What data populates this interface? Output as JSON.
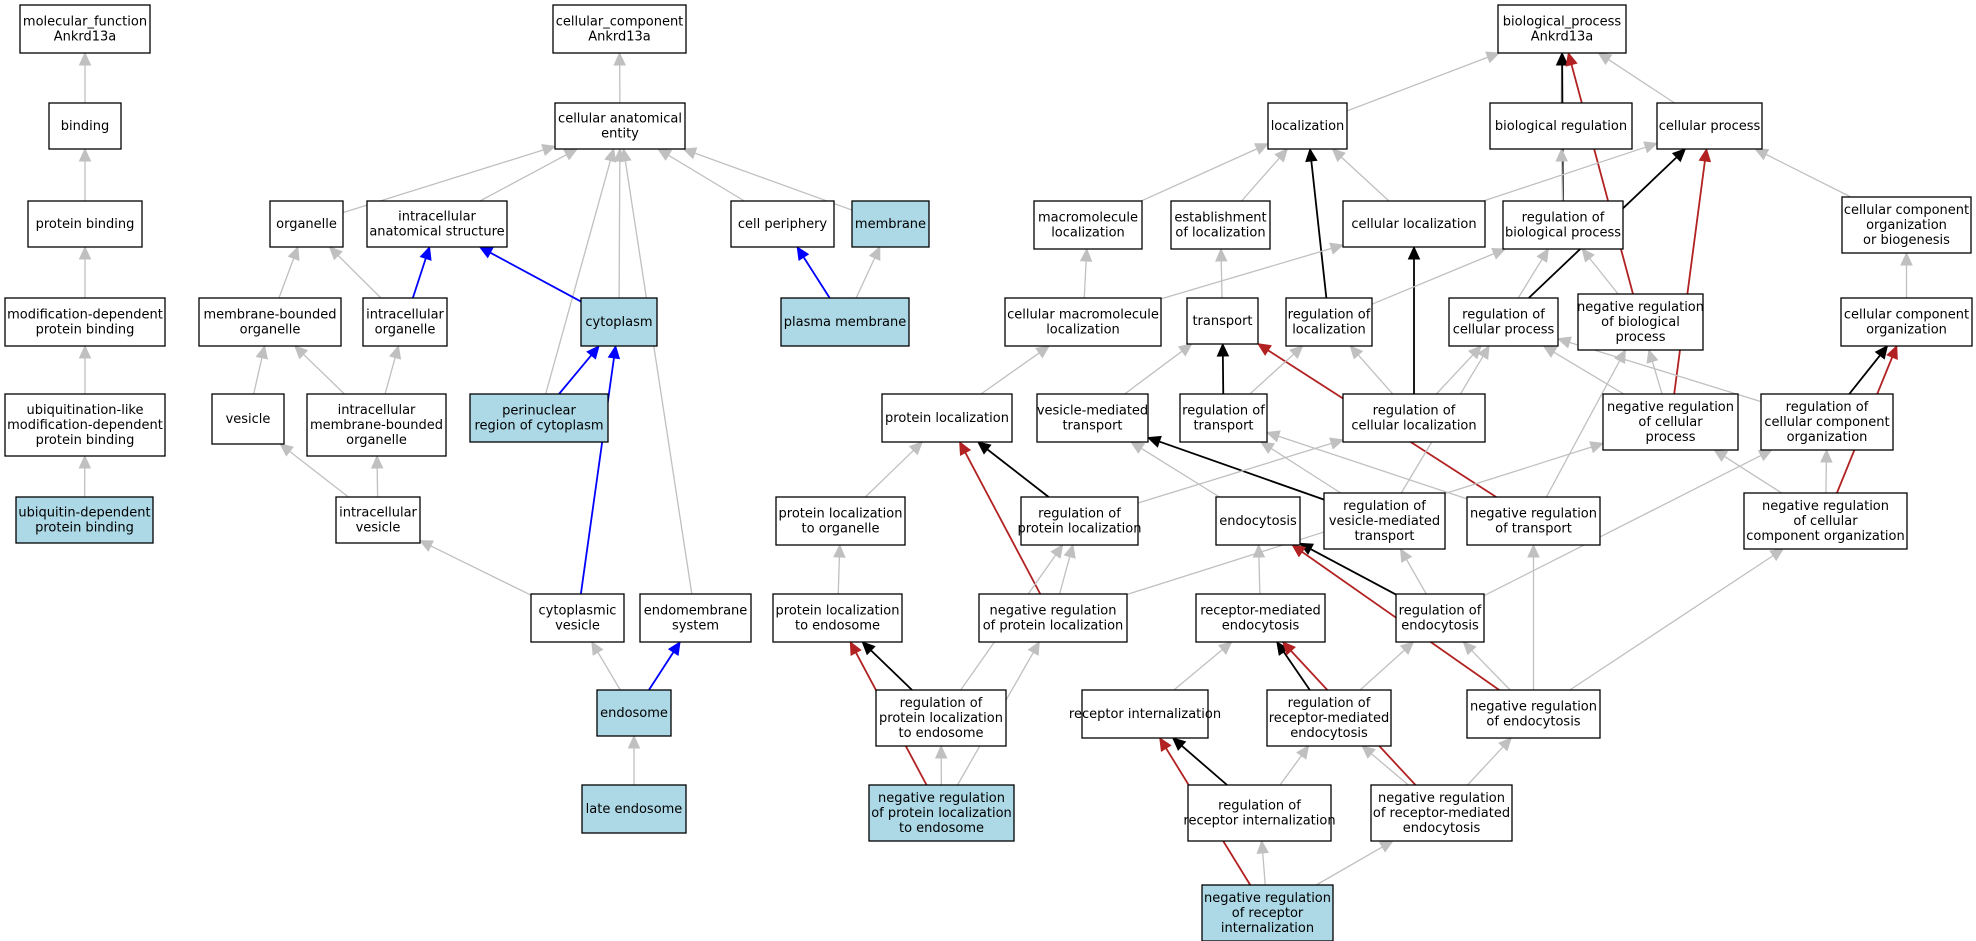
{
  "colors": {
    "plain_fill": "#ffffff",
    "highlight_fill": "#add8e6",
    "edge_is_a": "#c0c0c0",
    "edge_part_of": "#0000ff",
    "edge_regulates": "#000000",
    "edge_negatively_regulates": "#b22222"
  },
  "nodes": [
    {
      "id": "mf",
      "lines": [
        "molecular_function",
        "Ankrd13a"
      ],
      "highlight": false
    },
    {
      "id": "binding",
      "lines": [
        "binding"
      ],
      "highlight": false
    },
    {
      "id": "protein_binding",
      "lines": [
        "protein binding"
      ],
      "highlight": false
    },
    {
      "id": "mod_dep_binding",
      "lines": [
        "modification-dependent",
        "protein binding"
      ],
      "highlight": false
    },
    {
      "id": "ubl_mod_dep_binding",
      "lines": [
        "ubiquitination-like",
        "modification-dependent",
        "protein binding"
      ],
      "highlight": false
    },
    {
      "id": "ub_dep_binding",
      "lines": [
        "ubiquitin-dependent",
        "protein binding"
      ],
      "highlight": true
    },
    {
      "id": "cc",
      "lines": [
        "cellular_component",
        "Ankrd13a"
      ],
      "highlight": false
    },
    {
      "id": "cae",
      "lines": [
        "cellular anatomical",
        "entity"
      ],
      "highlight": false
    },
    {
      "id": "organelle",
      "lines": [
        "organelle"
      ],
      "highlight": false
    },
    {
      "id": "ias",
      "lines": [
        "intracellular",
        "anatomical structure"
      ],
      "highlight": false
    },
    {
      "id": "cell_periphery",
      "lines": [
        "cell periphery"
      ],
      "highlight": false
    },
    {
      "id": "membrane",
      "lines": [
        "membrane"
      ],
      "highlight": true
    },
    {
      "id": "mbo",
      "lines": [
        "membrane-bounded",
        "organelle"
      ],
      "highlight": false
    },
    {
      "id": "io",
      "lines": [
        "intracellular",
        "organelle"
      ],
      "highlight": false
    },
    {
      "id": "cytoplasm",
      "lines": [
        "cytoplasm"
      ],
      "highlight": true
    },
    {
      "id": "plasma_membrane",
      "lines": [
        "plasma membrane"
      ],
      "highlight": true
    },
    {
      "id": "vesicle",
      "lines": [
        "vesicle"
      ],
      "highlight": false
    },
    {
      "id": "imbo",
      "lines": [
        "intracellular",
        "membrane-bounded",
        "organelle"
      ],
      "highlight": false
    },
    {
      "id": "perinuclear",
      "lines": [
        "perinuclear",
        "region of cytoplasm"
      ],
      "highlight": true
    },
    {
      "id": "ivesicle",
      "lines": [
        "intracellular",
        "vesicle"
      ],
      "highlight": false
    },
    {
      "id": "cyto_vesicle",
      "lines": [
        "cytoplasmic",
        "vesicle"
      ],
      "highlight": false
    },
    {
      "id": "endomembrane",
      "lines": [
        "endomembrane",
        "system"
      ],
      "highlight": false
    },
    {
      "id": "endosome",
      "lines": [
        "endosome"
      ],
      "highlight": true
    },
    {
      "id": "late_endosome",
      "lines": [
        "late endosome"
      ],
      "highlight": true
    },
    {
      "id": "bp",
      "lines": [
        "biological_process",
        "Ankrd13a"
      ],
      "highlight": false
    },
    {
      "id": "localization",
      "lines": [
        "localization"
      ],
      "highlight": false
    },
    {
      "id": "bio_reg",
      "lines": [
        "biological regulation"
      ],
      "highlight": false
    },
    {
      "id": "cell_process",
      "lines": [
        "cellular process"
      ],
      "highlight": false
    },
    {
      "id": "macro_loc",
      "lines": [
        "macromolecule",
        "localization"
      ],
      "highlight": false
    },
    {
      "id": "est_loc",
      "lines": [
        "establishment",
        "of localization"
      ],
      "highlight": false
    },
    {
      "id": "cell_loc",
      "lines": [
        "cellular localization"
      ],
      "highlight": false
    },
    {
      "id": "reg_bio",
      "lines": [
        "regulation of",
        "biological process"
      ],
      "highlight": false
    },
    {
      "id": "ccob",
      "lines": [
        "cellular component",
        "organization",
        "or biogenesis"
      ],
      "highlight": false
    },
    {
      "id": "cell_macro_loc",
      "lines": [
        "cellular macromolecule",
        "localization"
      ],
      "highlight": false
    },
    {
      "id": "transport",
      "lines": [
        "transport"
      ],
      "highlight": false
    },
    {
      "id": "reg_loc",
      "lines": [
        "regulation of",
        "localization"
      ],
      "highlight": false
    },
    {
      "id": "reg_cell_proc",
      "lines": [
        "regulation of",
        "cellular process"
      ],
      "highlight": false
    },
    {
      "id": "neg_reg_bio",
      "lines": [
        "negative regulation",
        "of biological",
        "process"
      ],
      "highlight": false
    },
    {
      "id": "cco",
      "lines": [
        "cellular component",
        "organization"
      ],
      "highlight": false
    },
    {
      "id": "prot_loc",
      "lines": [
        "protein localization"
      ],
      "highlight": false
    },
    {
      "id": "vmt",
      "lines": [
        "vesicle-mediated",
        "transport"
      ],
      "highlight": false
    },
    {
      "id": "reg_transport",
      "lines": [
        "regulation of",
        "transport"
      ],
      "highlight": false
    },
    {
      "id": "reg_cell_loc",
      "lines": [
        "regulation of",
        "cellular localization"
      ],
      "highlight": false
    },
    {
      "id": "neg_reg_cell_proc",
      "lines": [
        "negative regulation",
        "of cellular",
        "process"
      ],
      "highlight": false
    },
    {
      "id": "reg_cco",
      "lines": [
        "regulation of",
        "cellular component",
        "organization"
      ],
      "highlight": false
    },
    {
      "id": "prot_loc_org",
      "lines": [
        "protein localization",
        "to organelle"
      ],
      "highlight": false
    },
    {
      "id": "reg_prot_loc",
      "lines": [
        "regulation of",
        "protein localization"
      ],
      "highlight": false
    },
    {
      "id": "endocytosis",
      "lines": [
        "endocytosis"
      ],
      "highlight": false
    },
    {
      "id": "reg_vmt",
      "lines": [
        "regulation of",
        "vesicle-mediated",
        "transport"
      ],
      "highlight": false
    },
    {
      "id": "neg_reg_transport",
      "lines": [
        "negative regulation",
        "of transport"
      ],
      "highlight": false
    },
    {
      "id": "neg_reg_cco",
      "lines": [
        "negative regulation",
        "of cellular",
        "component organization"
      ],
      "highlight": false
    },
    {
      "id": "prot_loc_endo",
      "lines": [
        "protein localization",
        "to endosome"
      ],
      "highlight": false
    },
    {
      "id": "neg_reg_prot_loc",
      "lines": [
        "negative regulation",
        "of protein localization"
      ],
      "highlight": false
    },
    {
      "id": "rme",
      "lines": [
        "receptor-mediated",
        "endocytosis"
      ],
      "highlight": false
    },
    {
      "id": "reg_endocytosis",
      "lines": [
        "regulation of",
        "endocytosis"
      ],
      "highlight": false
    },
    {
      "id": "reg_prot_loc_endo",
      "lines": [
        "regulation of",
        "protein localization",
        "to endosome"
      ],
      "highlight": false
    },
    {
      "id": "rec_int",
      "lines": [
        "receptor internalization"
      ],
      "highlight": false
    },
    {
      "id": "reg_rme",
      "lines": [
        "regulation of",
        "receptor-mediated",
        "endocytosis"
      ],
      "highlight": false
    },
    {
      "id": "neg_reg_endocytosis",
      "lines": [
        "negative regulation",
        "of endocytosis"
      ],
      "highlight": false
    },
    {
      "id": "neg_reg_prot_loc_endo",
      "lines": [
        "negative regulation",
        "of protein localization",
        "to endosome"
      ],
      "highlight": true
    },
    {
      "id": "reg_rec_int",
      "lines": [
        "regulation of",
        "receptor internalization"
      ],
      "highlight": false
    },
    {
      "id": "neg_reg_rme",
      "lines": [
        "negative regulation",
        "of receptor-mediated",
        "endocytosis"
      ],
      "highlight": false
    },
    {
      "id": "neg_reg_rec_int",
      "lines": [
        "negative regulation",
        "of receptor",
        "internalization"
      ],
      "highlight": true
    }
  ],
  "edges": [
    {
      "from": "binding",
      "to": "mf",
      "type": "is_a"
    },
    {
      "from": "protein_binding",
      "to": "binding",
      "type": "is_a"
    },
    {
      "from": "mod_dep_binding",
      "to": "protein_binding",
      "type": "is_a"
    },
    {
      "from": "ubl_mod_dep_binding",
      "to": "mod_dep_binding",
      "type": "is_a"
    },
    {
      "from": "ub_dep_binding",
      "to": "ubl_mod_dep_binding",
      "type": "is_a"
    },
    {
      "from": "cae",
      "to": "cc",
      "type": "is_a"
    },
    {
      "from": "organelle",
      "to": "cae",
      "type": "is_a"
    },
    {
      "from": "ias",
      "to": "cae",
      "type": "is_a"
    },
    {
      "from": "cell_periphery",
      "to": "cae",
      "type": "is_a"
    },
    {
      "from": "membrane",
      "to": "cae",
      "type": "is_a"
    },
    {
      "from": "cytoplasm",
      "to": "cae",
      "type": "is_a"
    },
    {
      "from": "perinuclear",
      "to": "cae",
      "type": "is_a"
    },
    {
      "from": "endomembrane",
      "to": "cae",
      "type": "is_a"
    },
    {
      "from": "mbo",
      "to": "organelle",
      "type": "is_a"
    },
    {
      "from": "io",
      "to": "organelle",
      "type": "is_a"
    },
    {
      "from": "io",
      "to": "ias",
      "type": "part_of"
    },
    {
      "from": "cytoplasm",
      "to": "ias",
      "type": "part_of"
    },
    {
      "from": "plasma_membrane",
      "to": "cell_periphery",
      "type": "part_of"
    },
    {
      "from": "plasma_membrane",
      "to": "membrane",
      "type": "is_a"
    },
    {
      "from": "vesicle",
      "to": "mbo",
      "type": "is_a"
    },
    {
      "from": "imbo",
      "to": "mbo",
      "type": "is_a"
    },
    {
      "from": "imbo",
      "to": "io",
      "type": "is_a"
    },
    {
      "from": "perinuclear",
      "to": "cytoplasm",
      "type": "part_of"
    },
    {
      "from": "ivesicle",
      "to": "vesicle",
      "type": "is_a"
    },
    {
      "from": "ivesicle",
      "to": "imbo",
      "type": "is_a"
    },
    {
      "from": "cyto_vesicle",
      "to": "ivesicle",
      "type": "is_a"
    },
    {
      "from": "cyto_vesicle",
      "to": "cytoplasm",
      "type": "part_of"
    },
    {
      "from": "endosome",
      "to": "cyto_vesicle",
      "type": "is_a"
    },
    {
      "from": "endosome",
      "to": "endomembrane",
      "type": "part_of"
    },
    {
      "from": "late_endosome",
      "to": "endosome",
      "type": "is_a"
    },
    {
      "from": "localization",
      "to": "bp",
      "type": "is_a"
    },
    {
      "from": "bio_reg",
      "to": "bp",
      "type": "is_a"
    },
    {
      "from": "cell_process",
      "to": "bp",
      "type": "is_a"
    },
    {
      "from": "reg_bio",
      "to": "bp",
      "type": "regulates"
    },
    {
      "from": "neg_reg_bio",
      "to": "bp",
      "type": "negatively_regulates"
    },
    {
      "from": "macro_loc",
      "to": "localization",
      "type": "is_a"
    },
    {
      "from": "est_loc",
      "to": "localization",
      "type": "is_a"
    },
    {
      "from": "cell_loc",
      "to": "localization",
      "type": "is_a"
    },
    {
      "from": "reg_loc",
      "to": "localization",
      "type": "regulates"
    },
    {
      "from": "cell_loc",
      "to": "cell_process",
      "type": "is_a"
    },
    {
      "from": "reg_bio",
      "to": "bio_reg",
      "type": "is_a"
    },
    {
      "from": "reg_cell_proc",
      "to": "cell_process",
      "type": "regulates"
    },
    {
      "from": "neg_reg_cell_proc",
      "to": "cell_process",
      "type": "negatively_regulates"
    },
    {
      "from": "ccob",
      "to": "cell_process",
      "type": "is_a"
    },
    {
      "from": "cell_macro_loc",
      "to": "macro_loc",
      "type": "is_a"
    },
    {
      "from": "cell_macro_loc",
      "to": "cell_loc",
      "type": "is_a"
    },
    {
      "from": "transport",
      "to": "est_loc",
      "type": "is_a"
    },
    {
      "from": "reg_cell_loc",
      "to": "cell_loc",
      "type": "regulates"
    },
    {
      "from": "reg_loc",
      "to": "reg_bio",
      "type": "is_a"
    },
    {
      "from": "reg_cell_proc",
      "to": "reg_bio",
      "type": "is_a"
    },
    {
      "from": "neg_reg_bio",
      "to": "reg_bio",
      "type": "is_a"
    },
    {
      "from": "cco",
      "to": "ccob",
      "type": "is_a"
    },
    {
      "from": "prot_loc",
      "to": "cell_macro_loc",
      "type": "is_a"
    },
    {
      "from": "vmt",
      "to": "transport",
      "type": "is_a"
    },
    {
      "from": "reg_transport",
      "to": "transport",
      "type": "regulates"
    },
    {
      "from": "neg_reg_transport",
      "to": "transport",
      "type": "negatively_regulates"
    },
    {
      "from": "reg_transport",
      "to": "reg_loc",
      "type": "is_a"
    },
    {
      "from": "reg_cell_loc",
      "to": "reg_loc",
      "type": "is_a"
    },
    {
      "from": "reg_cell_loc",
      "to": "reg_cell_proc",
      "type": "is_a"
    },
    {
      "from": "neg_reg_cell_proc",
      "to": "reg_cell_proc",
      "type": "is_a"
    },
    {
      "from": "reg_cco",
      "to": "reg_cell_proc",
      "type": "is_a"
    },
    {
      "from": "reg_vmt",
      "to": "reg_cell_proc",
      "type": "is_a"
    },
    {
      "from": "neg_reg_cell_proc",
      "to": "neg_reg_bio",
      "type": "is_a"
    },
    {
      "from": "neg_reg_transport",
      "to": "neg_reg_bio",
      "type": "is_a"
    },
    {
      "from": "reg_cco",
      "to": "cco",
      "type": "regulates"
    },
    {
      "from": "neg_reg_cco",
      "to": "cco",
      "type": "negatively_regulates"
    },
    {
      "from": "prot_loc_org",
      "to": "prot_loc",
      "type": "is_a"
    },
    {
      "from": "reg_prot_loc",
      "to": "prot_loc",
      "type": "regulates"
    },
    {
      "from": "neg_reg_prot_loc",
      "to": "prot_loc",
      "type": "negatively_regulates"
    },
    {
      "from": "endocytosis",
      "to": "vmt",
      "type": "is_a"
    },
    {
      "from": "reg_vmt",
      "to": "vmt",
      "type": "regulates"
    },
    {
      "from": "reg_vmt",
      "to": "reg_transport",
      "type": "is_a"
    },
    {
      "from": "neg_reg_transport",
      "to": "reg_transport",
      "type": "is_a"
    },
    {
      "from": "reg_prot_loc",
      "to": "reg_cell_loc",
      "type": "is_a"
    },
    {
      "from": "neg_reg_cco",
      "to": "neg_reg_cell_proc",
      "type": "is_a"
    },
    {
      "from": "neg_reg_prot_loc",
      "to": "neg_reg_cell_proc",
      "type": "is_a"
    },
    {
      "from": "neg_reg_cco",
      "to": "reg_cco",
      "type": "is_a"
    },
    {
      "from": "reg_endocytosis",
      "to": "reg_cco",
      "type": "is_a"
    },
    {
      "from": "prot_loc_endo",
      "to": "prot_loc_org",
      "type": "is_a"
    },
    {
      "from": "neg_reg_prot_loc",
      "to": "reg_prot_loc",
      "type": "is_a"
    },
    {
      "from": "reg_prot_loc_endo",
      "to": "reg_prot_loc",
      "type": "is_a"
    },
    {
      "from": "rme",
      "to": "endocytosis",
      "type": "is_a"
    },
    {
      "from": "reg_endocytosis",
      "to": "endocytosis",
      "type": "regulates"
    },
    {
      "from": "neg_reg_endocytosis",
      "to": "endocytosis",
      "type": "negatively_regulates"
    },
    {
      "from": "reg_endocytosis",
      "to": "reg_vmt",
      "type": "is_a"
    },
    {
      "from": "neg_reg_endocytosis",
      "to": "neg_reg_transport",
      "type": "is_a"
    },
    {
      "from": "neg_reg_endocytosis",
      "to": "neg_reg_cco",
      "type": "is_a"
    },
    {
      "from": "reg_prot_loc_endo",
      "to": "prot_loc_endo",
      "type": "regulates"
    },
    {
      "from": "neg_reg_prot_loc_endo",
      "to": "prot_loc_endo",
      "type": "negatively_regulates"
    },
    {
      "from": "neg_reg_prot_loc_endo",
      "to": "neg_reg_prot_loc",
      "type": "is_a"
    },
    {
      "from": "rec_int",
      "to": "rme",
      "type": "is_a"
    },
    {
      "from": "reg_rme",
      "to": "rme",
      "type": "regulates"
    },
    {
      "from": "neg_reg_rme",
      "to": "rme",
      "type": "negatively_regulates"
    },
    {
      "from": "reg_rme",
      "to": "reg_endocytosis",
      "type": "is_a"
    },
    {
      "from": "neg_reg_endocytosis",
      "to": "reg_endocytosis",
      "type": "is_a"
    },
    {
      "from": "neg_reg_prot_loc_endo",
      "to": "reg_prot_loc_endo",
      "type": "is_a"
    },
    {
      "from": "reg_rec_int",
      "to": "rec_int",
      "type": "regulates"
    },
    {
      "from": "neg_reg_rec_int",
      "to": "rec_int",
      "type": "negatively_regulates"
    },
    {
      "from": "reg_rec_int",
      "to": "reg_rme",
      "type": "is_a"
    },
    {
      "from": "neg_reg_rme",
      "to": "reg_rme",
      "type": "is_a"
    },
    {
      "from": "neg_reg_rme",
      "to": "neg_reg_endocytosis",
      "type": "is_a"
    },
    {
      "from": "neg_reg_rec_int",
      "to": "reg_rec_int",
      "type": "is_a"
    },
    {
      "from": "neg_reg_rec_int",
      "to": "neg_reg_rme",
      "type": "is_a"
    }
  ]
}
